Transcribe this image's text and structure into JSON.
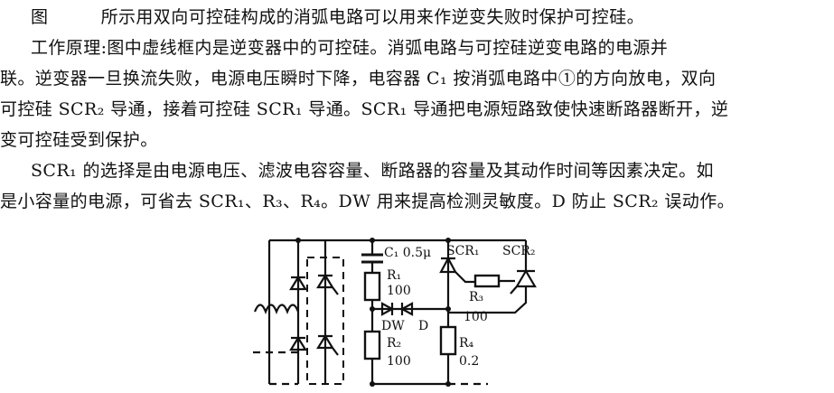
{
  "paragraphs": [
    "图　　　所示用双向可控硅构成的消弧电路可以用来作逆变失败时保护可控硅。",
    "工作原理:图中虚线框内是逆变器中的可控硅。消弧电路与可控硅逆变电路的电源并",
    "联。逆变器一旦换流失败，电源电压瞬时下降，电容器 C₁ 按消弧电路中①的方向放电，双向",
    "可控硅 SCR₂ 导通，接着可控硅 SCR₁ 导通。SCR₁ 导通把电源短路致使快速断路器断开，逆",
    "变可控硅受到保护。",
    "SCR₁ 的选择是由电源电压、滤波电容容量、断路器的容量及其动作时间等因素决定。如",
    "是小容量的电源，可省去 SCR₁、R₃、R₄。DW 用来提高检测灵敏度。D 防止 SCR₂ 误动作。"
  ],
  "circuit": {
    "c1_label": "C₁ 0.5μ",
    "r1_name": "R₁",
    "r1_value": "100",
    "scr1_label": "SCR₁",
    "scr2_label": "SCR₂",
    "r3_name": "R₃",
    "r3_value": "100",
    "dw_label": "DW",
    "d_label": "D",
    "r2_name": "R₂",
    "r2_value": "100",
    "r4_name": "R₄",
    "r4_value": "0.2"
  }
}
